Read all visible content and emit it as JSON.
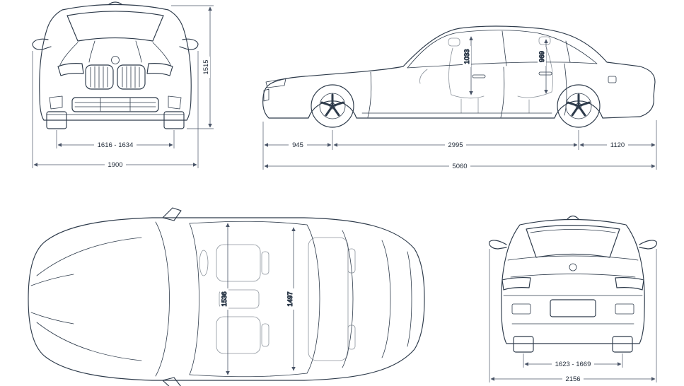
{
  "diagram": {
    "title": "sedan-dimension-blueprint",
    "front_view": {
      "height": "1515",
      "front_track": "1616 - 1634",
      "overall_width": "1900"
    },
    "side_view": {
      "front_headroom": "1033",
      "rear_headroom": "969",
      "front_overhang": "945",
      "wheelbase": "2995",
      "rear_overhang": "1120",
      "overall_length": "5060"
    },
    "top_view": {
      "front_interior_width": "1536",
      "rear_interior_width": "1497"
    },
    "rear_view": {
      "rear_track": "1623 - 1669",
      "overall_width_mirrors": "2156"
    }
  },
  "colors": {
    "line": "#2e3b4b",
    "dimension_line": "#4a5568",
    "label_text": "#1f2937",
    "background": "#ffffff"
  }
}
